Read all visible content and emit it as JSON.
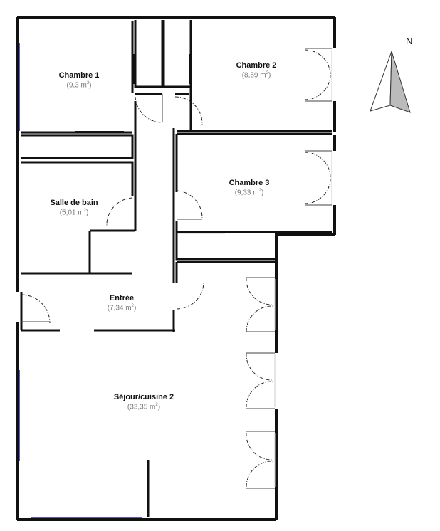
{
  "plan": {
    "rooms": [
      {
        "id": "chambre-1",
        "name": "Chambre 1",
        "area_value": "(9,3 m",
        "area_sup": "2",
        "area_close": ")"
      },
      {
        "id": "chambre-2",
        "name": "Chambre 2",
        "area_value": "(8,59 m",
        "area_sup": "2",
        "area_close": ")"
      },
      {
        "id": "chambre-3",
        "name": "Chambre 3",
        "area_value": "(9,33 m",
        "area_sup": "2",
        "area_close": ")"
      },
      {
        "id": "salle-de-bain",
        "name": "Salle de bain",
        "area_value": "(5,01 m",
        "area_sup": "2",
        "area_close": ")"
      },
      {
        "id": "entree",
        "name": "Entrée",
        "area_value": "(7,34 m",
        "area_sup": "2",
        "area_close": ")"
      },
      {
        "id": "sejour-cuisine",
        "name": "Séjour/cuisine 2",
        "area_value": "(33,35 m",
        "area_sup": "2",
        "area_close": ")"
      }
    ],
    "compass": {
      "label": "N"
    },
    "colors": {
      "wall": "#111111",
      "window": "#2222aa",
      "door_arc": "#222222",
      "compass_shade": "#bbbbbb"
    }
  }
}
